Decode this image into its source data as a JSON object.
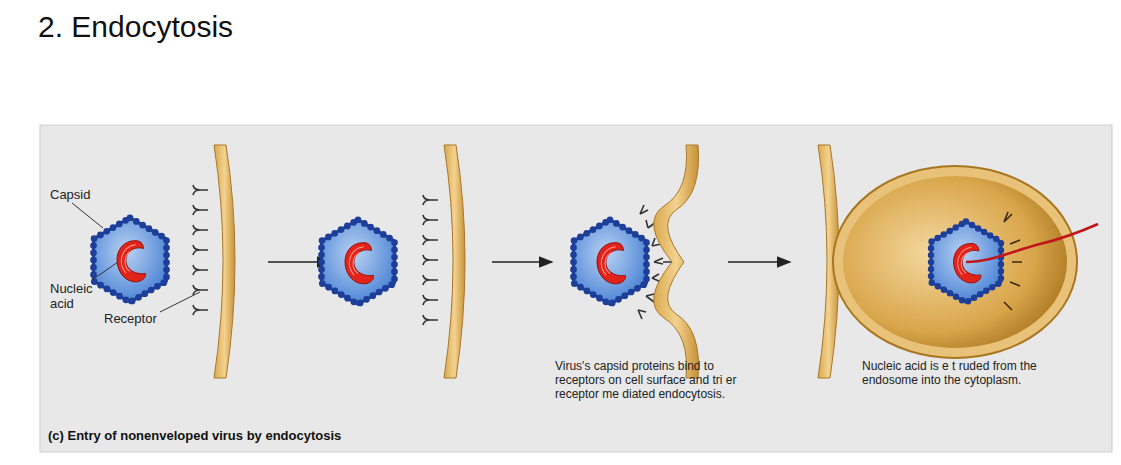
{
  "diagram": {
    "title": "2. Endocytosis",
    "caption": "(c) Entry of nonenveloped virus by endocytosis",
    "labels": [
      "Capsid",
      "Nucleic acid",
      "Receptor",
      "Virus's capsid proteins bind to receptors on cell surface and tri er receptor me diated endocytosis.",
      "Nucleic acid is e t ruded from the endosome into the cytoplasm."
    ]
  }
}
